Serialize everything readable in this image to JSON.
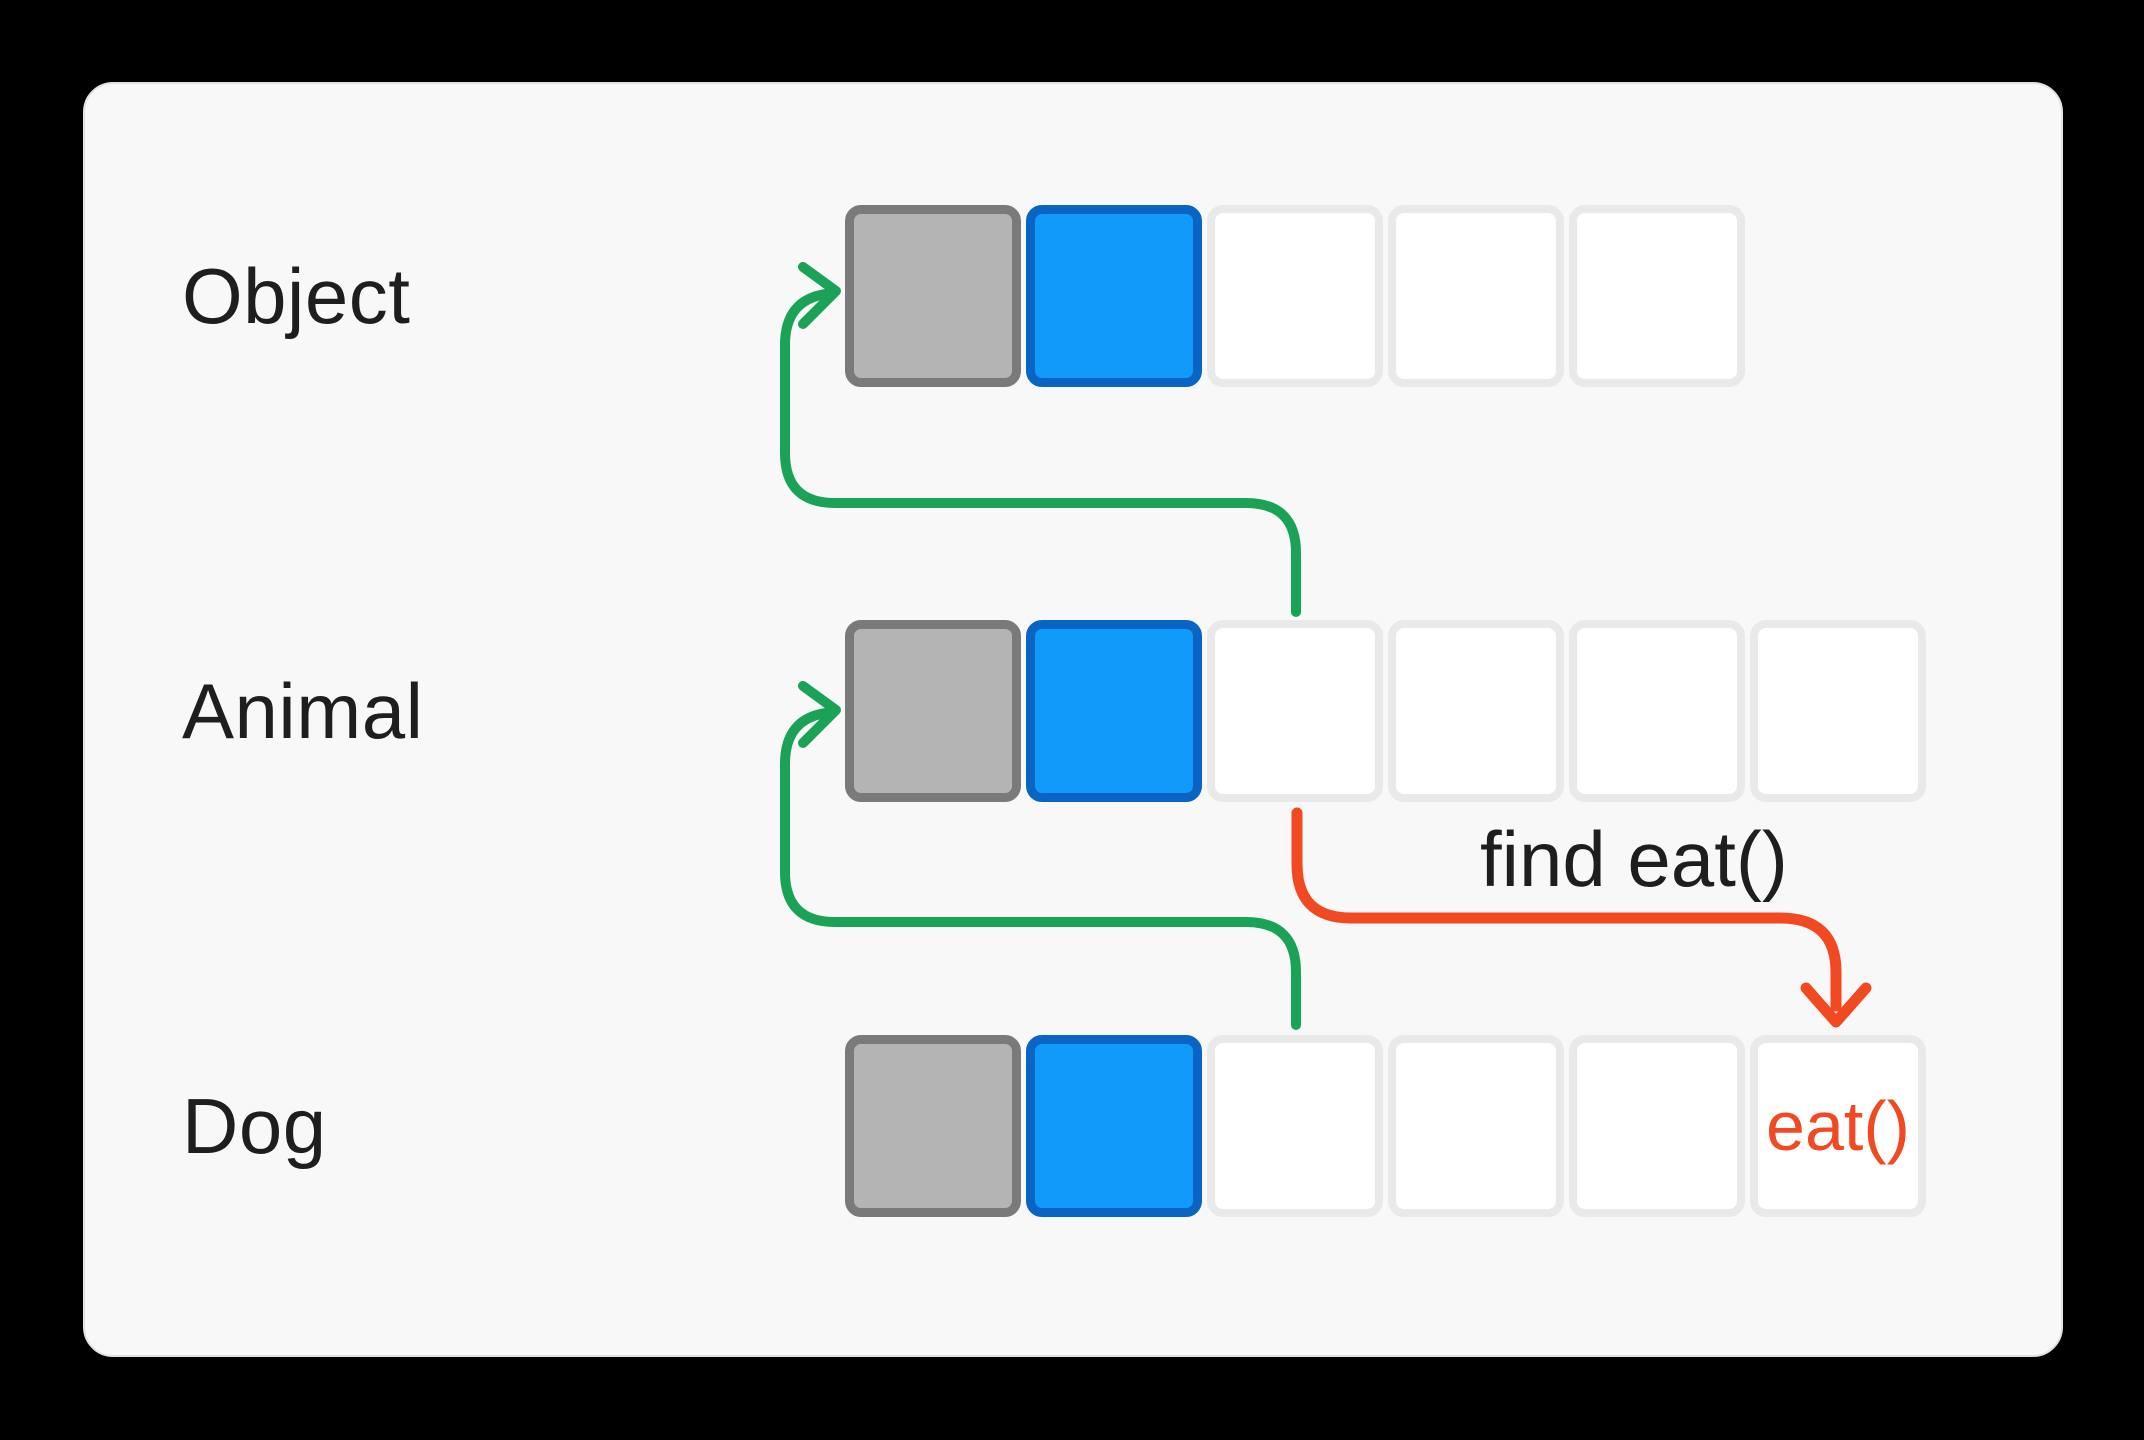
{
  "canvas": {
    "background": "#000000"
  },
  "card": {
    "background": "#f8f8f8",
    "border_color": "#e2e2e2"
  },
  "colors": {
    "green": "#1aa357",
    "orange": "#f14a22",
    "blue_fill": "#109afa",
    "blue_border": "#0a64c4",
    "gray_fill": "#b4b4b5",
    "gray_border": "#7a7a7a",
    "white_fill": "#ffffff",
    "white_border": "#e9e9ea",
    "text": "#1e1e20"
  },
  "rows": [
    {
      "label": "Object",
      "cells": [
        {
          "type": "gray"
        },
        {
          "type": "blue"
        },
        {
          "type": "empty"
        },
        {
          "type": "empty"
        },
        {
          "type": "empty"
        }
      ]
    },
    {
      "label": "Animal",
      "cells": [
        {
          "type": "gray"
        },
        {
          "type": "blue"
        },
        {
          "type": "empty"
        },
        {
          "type": "empty"
        },
        {
          "type": "empty"
        },
        {
          "type": "empty"
        }
      ]
    },
    {
      "label": "Dog",
      "cells": [
        {
          "type": "gray"
        },
        {
          "type": "blue"
        },
        {
          "type": "empty"
        },
        {
          "type": "empty"
        },
        {
          "type": "empty"
        },
        {
          "type": "empty",
          "label": "eat()"
        }
      ]
    }
  ],
  "annotations": {
    "find_label": "find eat()"
  }
}
